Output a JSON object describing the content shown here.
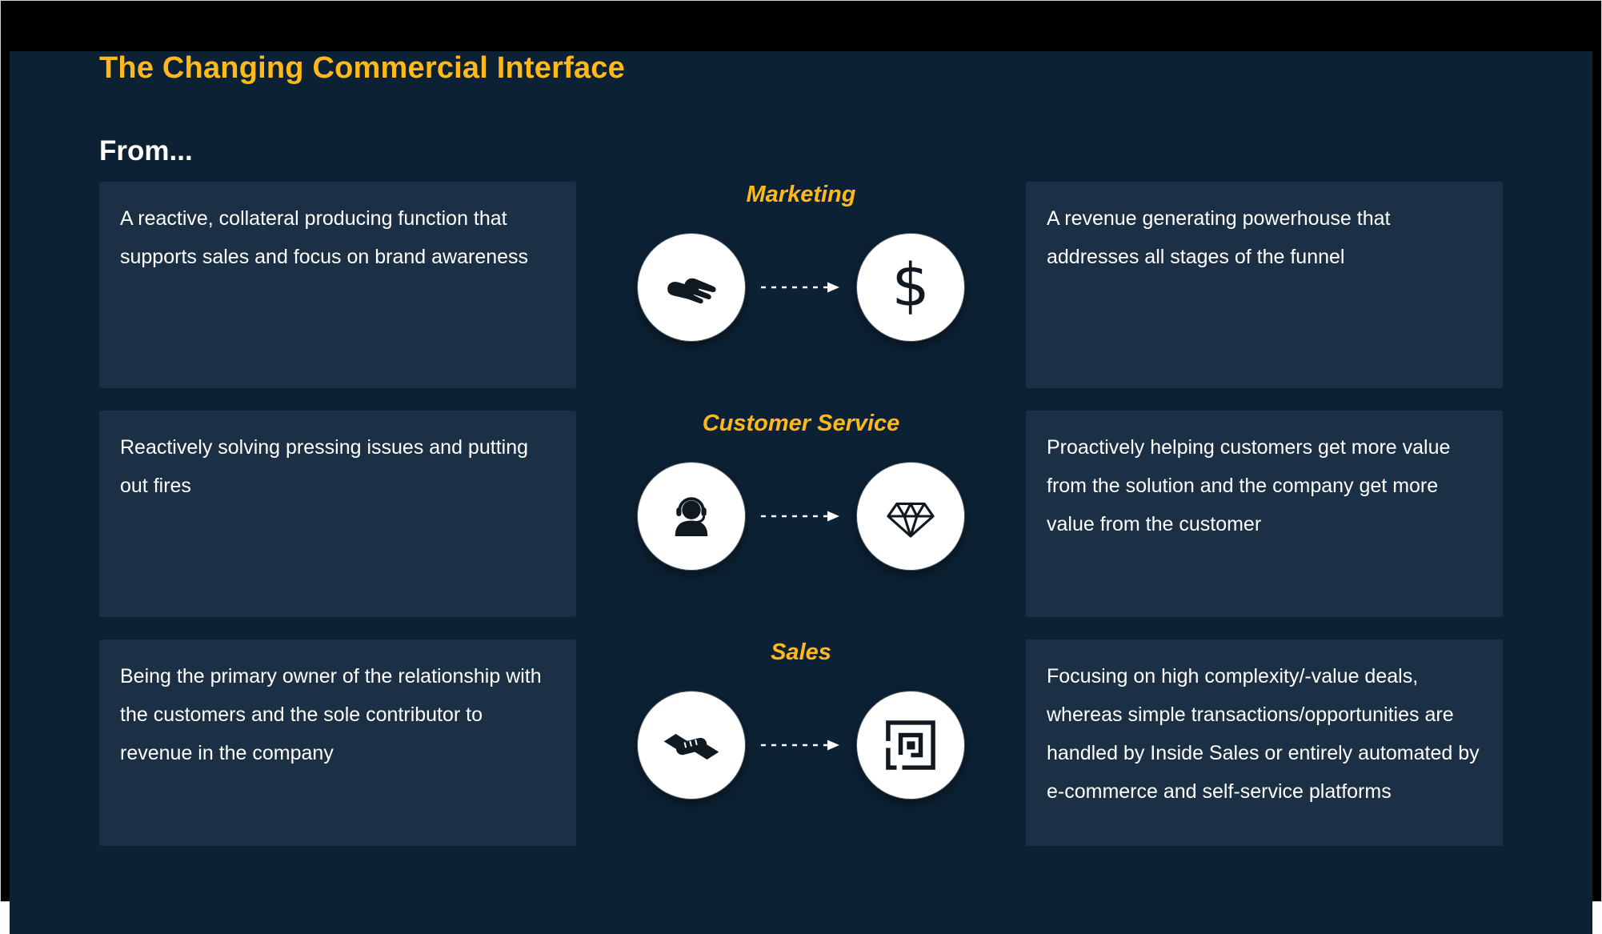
{
  "slide": {
    "title": "The Changing Commercial Interface",
    "from_label": "From...",
    "colors": {
      "background": "#0C2133",
      "card": "#1B3044",
      "accent": "#FFB91A",
      "text": "#FFFFFF",
      "icon_glyph": "#101820"
    }
  },
  "rows": [
    {
      "heading": "Marketing",
      "from_text": "A reactive, collateral producing function that supports sales and focus on brand awareness",
      "to_text": "A revenue generating powerhouse that addresses all stages of the funnel",
      "from_icon": "giving-hand-icon",
      "to_icon": "dollar-icon",
      "to_icon_glyph": "$"
    },
    {
      "heading": "Customer Service",
      "from_text": "Reactively solving pressing issues and putting out fires",
      "to_text": "Proactively helping customers get more value from the solution and the company get more value from the customer",
      "from_icon": "support-agent-icon",
      "to_icon": "diamond-icon"
    },
    {
      "heading": "Sales",
      "from_text": "Being the primary owner of the relationship with the customers and the sole contributor to revenue in the company",
      "to_text": "Focusing on high complexity/-value deals, whereas simple transactions/opportunities are handled by Inside Sales or entirely automated by e-commerce and self-service platforms",
      "from_icon": "handshake-icon",
      "to_icon": "maze-icon"
    }
  ]
}
